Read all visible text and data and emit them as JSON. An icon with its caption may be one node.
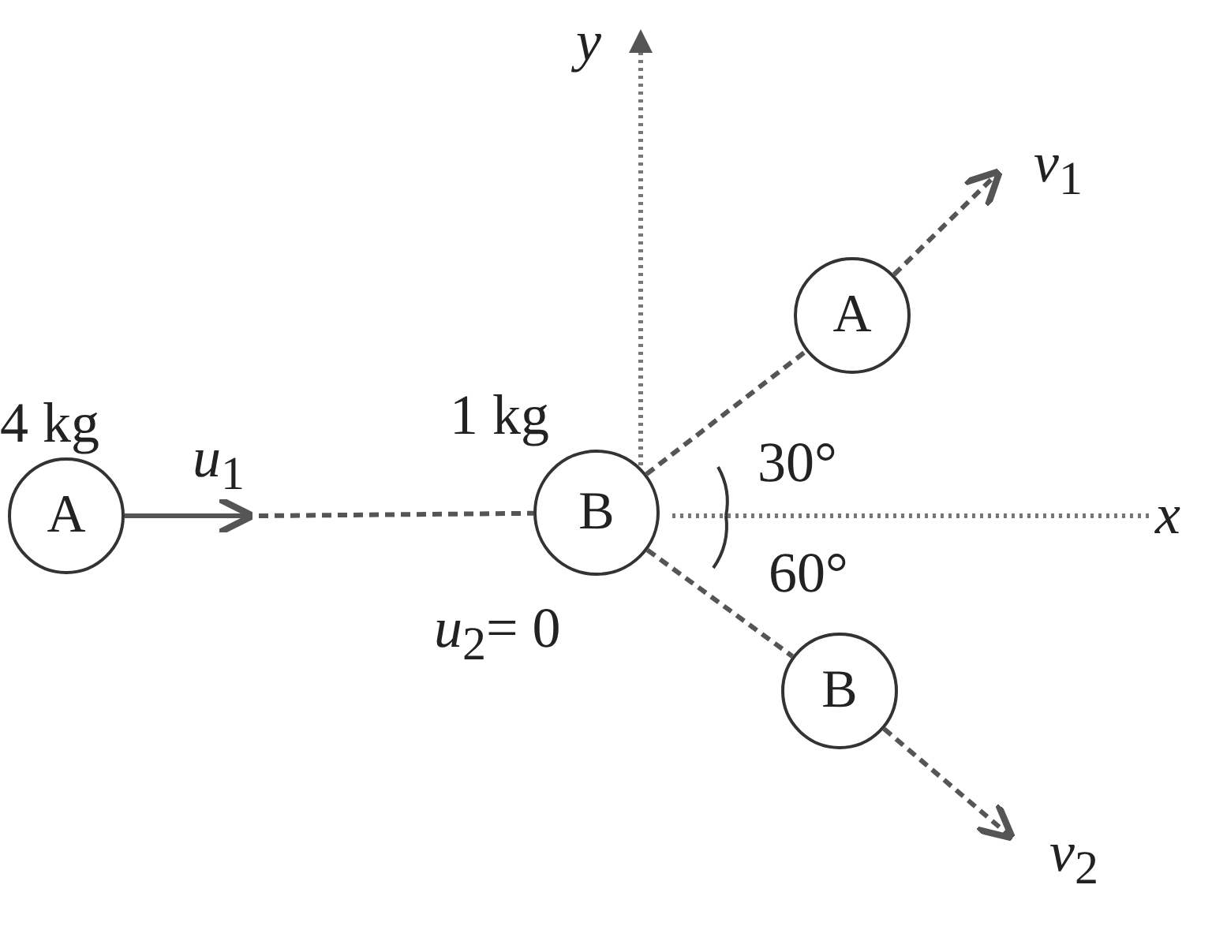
{
  "diagram": {
    "nodes": [
      {
        "text": [
          "A"
        ],
        "beside": [
          "4 kg"
        ]
      },
      {
        "text": [
          "B"
        ],
        "beside": [
          "1 kg",
          "*u*$_{2}$= 0"
        ]
      },
      {
        "text": [
          "A"
        ]
      },
      {
        "text": [
          "B"
        ]
      }
    ],
    "edges": [
      {
        "from": 0,
        "to": null,
        "arrow": "to",
        "label": "*u*$_{1}$"
      },
      {
        "from": null,
        "to": 1,
        "arrow": "none",
        "style": "dashed"
      },
      {
        "from": 1,
        "to": 2,
        "arrow": "none",
        "style": "dashed"
      },
      {
        "from": 2,
        "to": null,
        "arrow": "to",
        "style": "dashed",
        "label": "*v*$_{1}$"
      },
      {
        "from": 1,
        "to": 3,
        "arrow": "none",
        "style": "dashed"
      },
      {
        "from": 3,
        "to": null,
        "arrow": "to",
        "style": "dashed",
        "label": "*v*$_{2}$"
      }
    ],
    "labels": [
      "y",
      "30°",
      "x",
      "60°"
    ]
  }
}
